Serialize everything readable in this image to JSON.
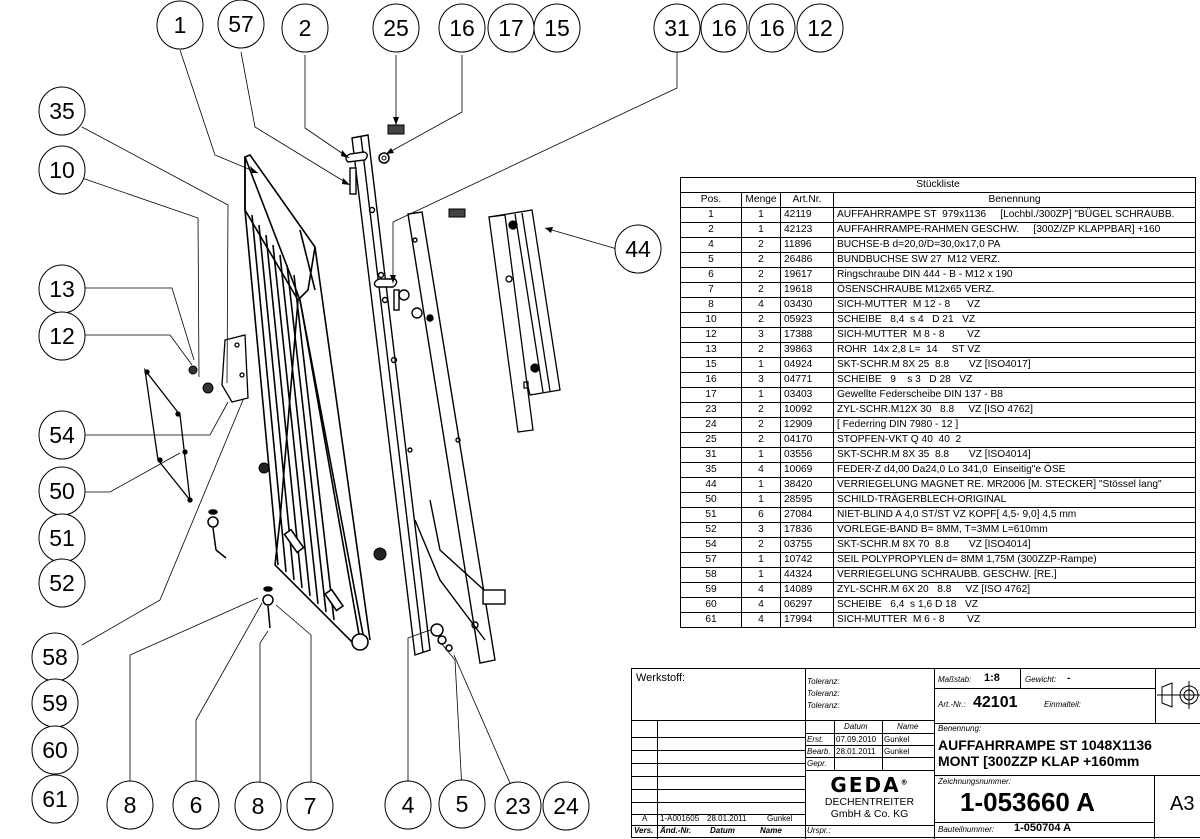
{
  "callouts": {
    "top": [
      "1",
      "57",
      "2",
      "25",
      "16",
      "17",
      "15",
      "31",
      "16",
      "16",
      "12"
    ],
    "left": [
      "35",
      "10",
      "13",
      "12",
      "54",
      "50",
      "51",
      "52",
      "58",
      "59",
      "60",
      "61"
    ],
    "bottom": [
      "8",
      "6",
      "8",
      "7",
      "4",
      "5",
      "23",
      "24"
    ],
    "right": [
      "44"
    ]
  },
  "parts_list": {
    "title": "Stückliste",
    "headers": [
      "Pos.",
      "Menge",
      "Art.Nr.",
      "Benennung"
    ],
    "rows": [
      [
        "1",
        "1",
        "42119",
        "AUFFAHRRAMPE ST  979x1136     [Lochbl./300ZP] \"BÜGEL SCHRAUBB."
      ],
      [
        "2",
        "1",
        "42123",
        "AUFFAHRRAMPE-RAHMEN GESCHW.     [300Z/ZP KLAPPBAR] +160"
      ],
      [
        "4",
        "2",
        "11896",
        "BUCHSE-B d=20,0/D=30,0x17,0 PA"
      ],
      [
        "5",
        "2",
        "26486",
        "BUNDBUCHSE SW 27  M12 VERZ."
      ],
      [
        "6",
        "2",
        "19617",
        "Ringschraube DIN 444 - B - M12 x 190"
      ],
      [
        "7",
        "2",
        "19618",
        "ÖSENSCHRAUBE M12x65 VERZ."
      ],
      [
        "8",
        "4",
        "03430",
        "SICH-MUTTER  M 12 - 8      VZ"
      ],
      [
        "10",
        "2",
        "05923",
        "SCHEIBE   8,4  s 4   D 21   VZ"
      ],
      [
        "12",
        "3",
        "17388",
        "SICH-MUTTER  M 8 - 8        VZ"
      ],
      [
        "13",
        "2",
        "39863",
        "ROHR  14x 2,8 L=  14     ST VZ"
      ],
      [
        "15",
        "1",
        "04924",
        "SKT-SCHR.M 8X 25  8.8       VZ [ISO4017]"
      ],
      [
        "16",
        "3",
        "04771",
        "SCHEIBE   9    s 3   D 28   VZ"
      ],
      [
        "17",
        "1",
        "03403",
        "Gewellte Federscheibe DIN 137 - B8"
      ],
      [
        "23",
        "2",
        "10092",
        "ZYL-SCHR.M12X 30   8.8     VZ [ISO 4762]"
      ],
      [
        "24",
        "2",
        "12909",
        "[ Federring DIN 7980 - 12 ]"
      ],
      [
        "25",
        "2",
        "04170",
        "STOPFEN-VKT Q 40  40  2"
      ],
      [
        "31",
        "1",
        "03556",
        "SKT-SCHR.M 8X 35  8.8       VZ [ISO4014]"
      ],
      [
        "35",
        "4",
        "10069",
        "FEDER-Z d4,00 Da24,0 Lo 341,0  Einseitig\"e ÖSE"
      ],
      [
        "44",
        "1",
        "38420",
        "VERRIEGELUNG MAGNET RE. MR2006 [M. STECKER] \"Stössel lang\""
      ],
      [
        "50",
        "1",
        "28595",
        "SCHILD-TRÄGERBLECH-ORIGINAL"
      ],
      [
        "51",
        "6",
        "27084",
        "NIET-BLIND A 4,0 ST/ST VZ KOPF[ 4,5- 9,0] 4,5 mm"
      ],
      [
        "52",
        "3",
        "17836",
        "VORLEGE-BAND B= 8MM, T=3MM L=610mm"
      ],
      [
        "54",
        "2",
        "03755",
        "SKT-SCHR.M 8X 70  8.8       VZ [ISO4014]"
      ],
      [
        "57",
        "1",
        "10742",
        "SEIL POLYPROPYLEN d= 8MM 1,75M (300ZZP-Rampe)"
      ],
      [
        "58",
        "1",
        "44324",
        "VERRIEGELUNG SCHRAUBB. GESCHW. [RE.]"
      ],
      [
        "59",
        "4",
        "14089",
        "ZYL-SCHR.M 6X 20   8.8     VZ [ISO 4762]"
      ],
      [
        "60",
        "4",
        "06297",
        "SCHEIBE   6,4  s 1,6 D 18   VZ"
      ],
      [
        "61",
        "4",
        "17994",
        "SICH-MUTTER  M 6 - 8        VZ"
      ]
    ]
  },
  "title_block": {
    "werkstoff_label": "Werkstoff:",
    "toleranz_labels": [
      "Toleranz:",
      "Toleranz:",
      "Toleranz:"
    ],
    "datum_header": "Datum",
    "name_header": "Name",
    "erst_label": "Erst.",
    "erst_datum": "07.09.2010",
    "erst_name": "Gunkel",
    "bearb_label": "Bearb.",
    "bearb_datum": "28.01.2011",
    "bearb_name": "Gunkel",
    "gepr_label": "Gepr.",
    "revision": {
      "vers": "A",
      "aend_nr": "1-A001605",
      "datum": "28.01.2011",
      "name": "Gunkel"
    },
    "rev_headers": [
      "Vers.",
      "Änd.-Nr.",
      "Datum",
      "Name"
    ],
    "company_logo": "GEDA",
    "company_logo_mark": "®",
    "company_line1": "DECHENTREITER",
    "company_line2": "GmbH & Co. KG",
    "urspr_label": "Urspr.:",
    "massstab_label": "Maßstab:",
    "massstab_value": "1:8",
    "gewicht_label": "Gewicht:",
    "gewicht_value": "-",
    "artnr_label": "Art.-Nr.:",
    "artnr_value": "42101",
    "einmalteil_label": "Einmalteil:",
    "benennung_label": "Benennung:",
    "benennung_line1": "AUFFAHRRAMPE ST 1048X1136",
    "benennung_line2": "MONT [300ZZP KLAP +160mm",
    "zeichnungsnummer_label": "Zeichnungsnummer:",
    "zeichnungsnummer_value": "1-053660 A",
    "format": "A3",
    "bauteilnummer_label": "Bauteilnummer:",
    "bauteilnummer_value": "1-050704 A",
    "projection_symbol": "first-angle-projection-icon"
  }
}
